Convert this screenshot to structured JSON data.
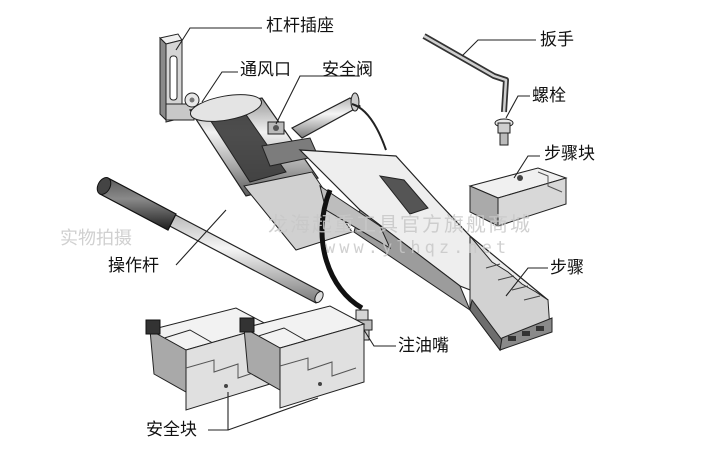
{
  "labels": {
    "lever_socket": "杠杆插座",
    "vent": "通风口",
    "safety_valve": "安全阀",
    "wrench": "扳手",
    "bolt": "螺栓",
    "step_block": "步骤块",
    "operating_rod": "操作杆",
    "steps": "步骤",
    "grease_nipple": "注油嘴",
    "safety_block": "安全块"
  },
  "watermark": {
    "photo_note": "实物拍摄",
    "store_name": "龙海起重工具官方旗舰商城",
    "website": "www.ylhqz.net"
  },
  "colors": {
    "line": "#222222",
    "metal_light": "#e6e6e6",
    "metal_mid": "#bdbdbd",
    "metal_dark": "#6e6e6e",
    "grip": "#3a3a3a",
    "watermark": "#c8c8c8"
  }
}
